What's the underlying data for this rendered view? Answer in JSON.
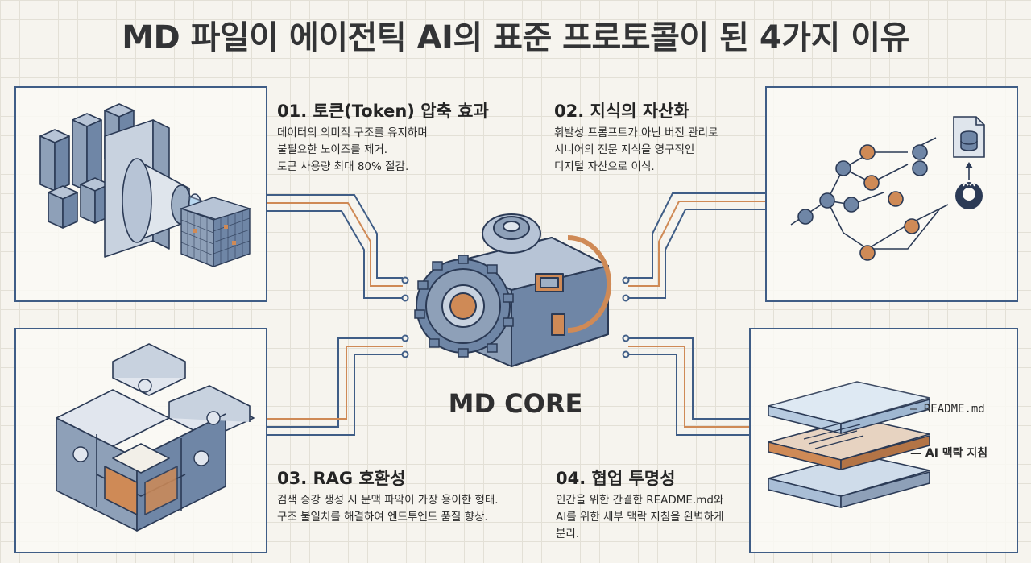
{
  "title": "MD 파일이 에이전틱 AI의 표준 프로토콜이 된 4가지 이유",
  "center": {
    "label": "MD CORE"
  },
  "sections": [
    {
      "heading": "01. 토큰(Token) 압축 효과",
      "lines": [
        "데이터의 의미적 구조를 유지하며",
        "불필요한 노이즈를 제거.",
        "토큰 사용량 최대 80% 절감."
      ]
    },
    {
      "heading": "02. 지식의 자산화",
      "lines": [
        "휘발성 프롬프트가 아닌 버전 관리로",
        "시니어의 전문 지식을 영구적인",
        "디지털 자산으로 이식."
      ]
    },
    {
      "heading": "03. RAG 호환성",
      "lines": [
        "검색 증강 생성 시 문맥 파악이 가장 용이한 형태.",
        "구조 불일치를 해결하여 엔드투엔드 품질 향상."
      ]
    },
    {
      "heading": "04. 협업 투명성",
      "lines": [
        "인간을 위한 간결한 README.md와",
        "AI를 위한 세부 맥락 지침을 완벽하게",
        "분리."
      ]
    }
  ],
  "layer_labels": [
    "— README.md",
    "— AI 맥락 지침"
  ],
  "colors": {
    "blue": "#3f5d86",
    "orange": "#cf8a56",
    "steel": "#8ea0b8",
    "ink": "#2b3a55"
  },
  "icons": [
    "compression-cube-icon",
    "knowledge-graph-icon",
    "database-icon",
    "github-icon",
    "puzzle-cube-icon",
    "glass-layers-icon",
    "gear-core-icon"
  ]
}
